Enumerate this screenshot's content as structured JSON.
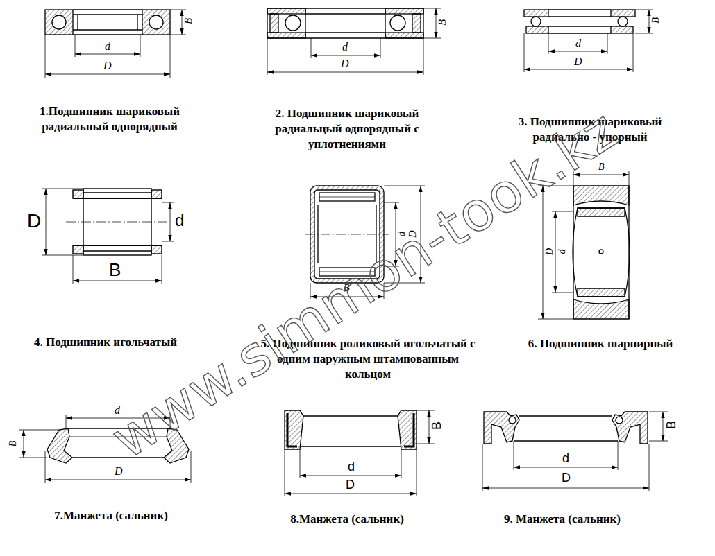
{
  "diagram": {
    "labels": [
      "B",
      "d",
      "D",
      "1.Подшипник шариковый радиальный однорядный",
      "B",
      "d",
      "D",
      "2. Подшипник шариковый радиальцый однорядный с уплотнениями",
      "B",
      "d",
      "D",
      "3. Подшипник шариковый радиально - упорный",
      "D",
      "d",
      "B",
      "4. Подшипник игольчатый",
      "d",
      "D",
      "B",
      "5. Подшипник роликовый игольчатый с одним наружным штампованным кольцом",
      "B",
      "D",
      "d",
      "6. Подшипник шарнирный",
      "d",
      "B",
      "D",
      "7.Манжета (сальник)",
      "B",
      "d",
      "D",
      "8.Манжета (сальник)",
      "B",
      "d",
      "D",
      "9. Манжета (сальник)",
      "www.simmon-took.kz"
    ]
  }
}
